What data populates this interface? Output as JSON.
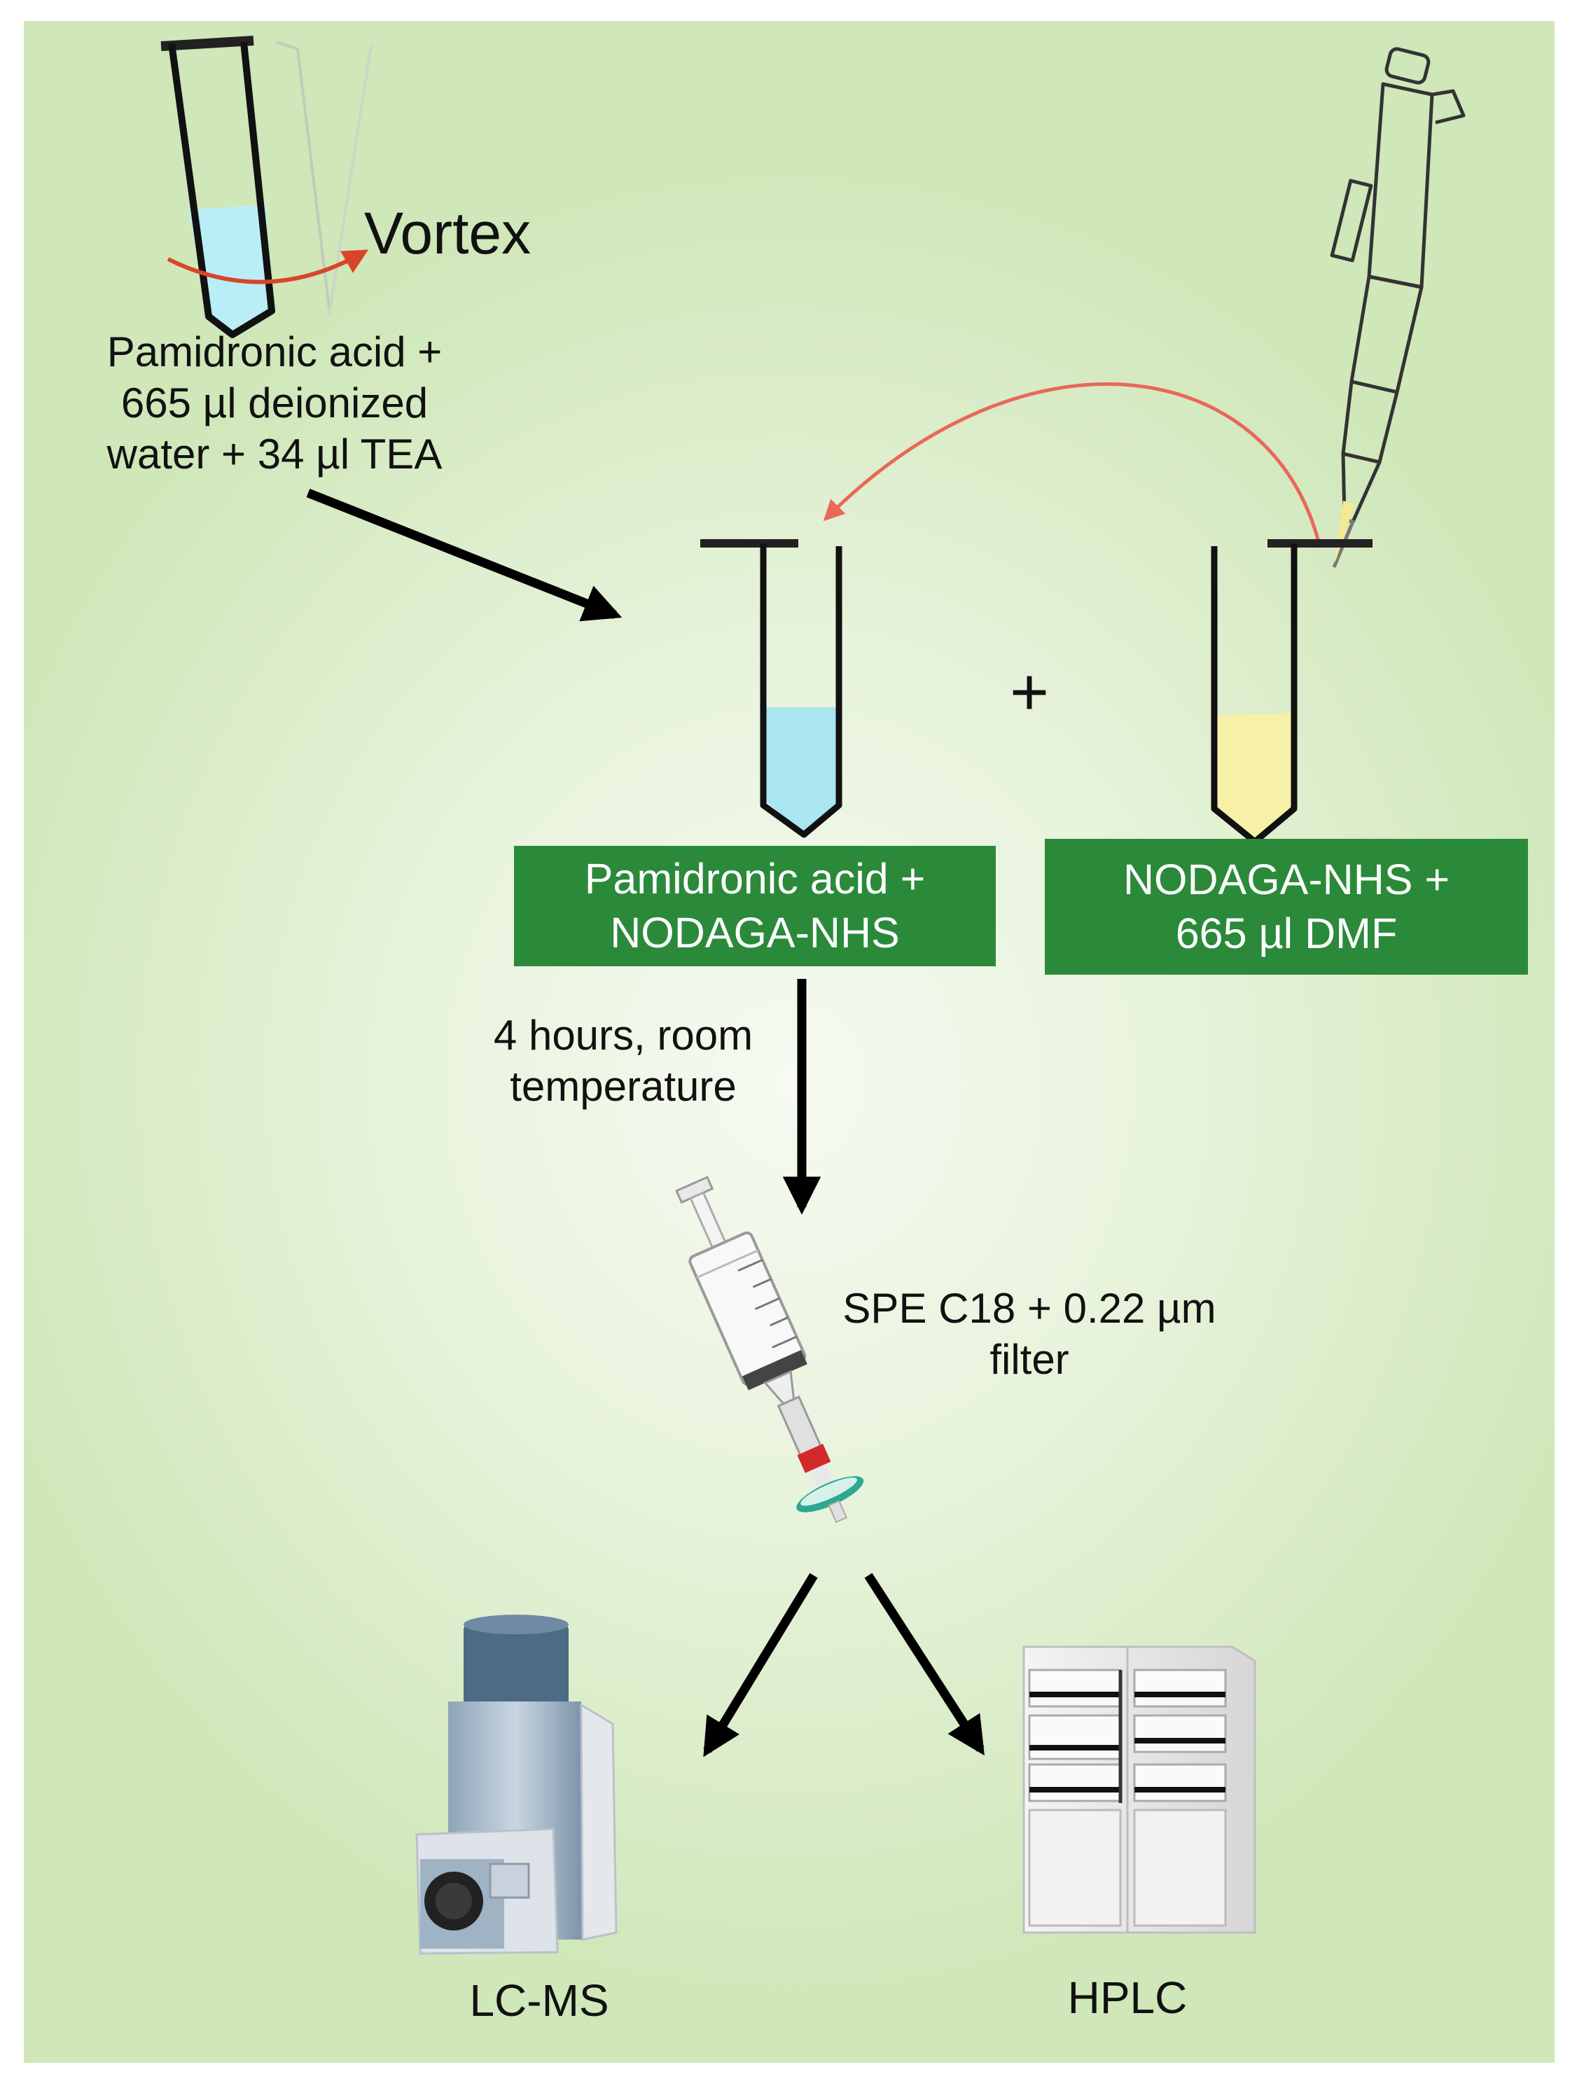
{
  "step1": {
    "action": "Vortex",
    "lines": [
      "Pamidronic acid  +",
      "665 µl deionized",
      "water + 34 µl TEA"
    ]
  },
  "plus_sign": "+",
  "box_left": {
    "lines": [
      "Pamidronic acid +",
      "NODAGA-NHS"
    ],
    "color": "#2a8a3a"
  },
  "box_right": {
    "lines": [
      "NODAGA-NHS +",
      "665 µl DMF"
    ],
    "color": "#2a8a3a"
  },
  "incubation": {
    "lines": [
      "4 hours, room",
      "temperature"
    ]
  },
  "filtration": {
    "lines": [
      "SPE C18 + 0.22 µm",
      "filter"
    ]
  },
  "outputs": {
    "left": "LC-MS",
    "right": "HPLC"
  },
  "colors": {
    "background": "#d8ecc6",
    "transfer_arrow": "#e8685a",
    "vortex_arrow": "#d9452a",
    "blue_liquid": "#bdeff8",
    "yellow_liquid": "#f7f1a8"
  }
}
